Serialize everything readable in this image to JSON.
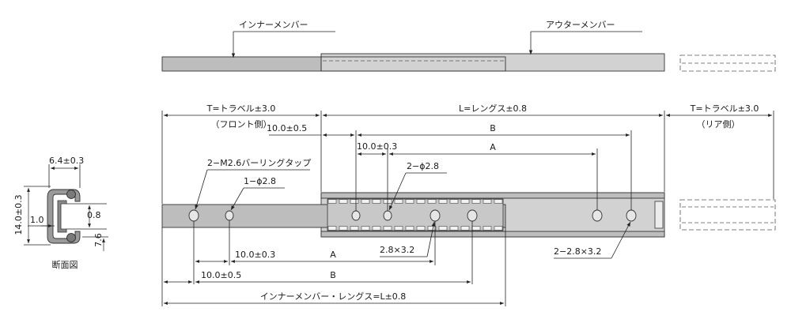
{
  "labels": {
    "inner_member": "インナーメンバー",
    "outer_member": "アウターメンバー",
    "travel_front": "T=トラベル±3.0",
    "front_side": "（フロント側）",
    "length": "L=レングス±0.8",
    "travel_rear": "T=トラベル±3.0",
    "rear_side": "（リア側）",
    "outer_10": "10.0±0.5",
    "outer_B": "B",
    "outer_10_3": "10.0±0.3",
    "outer_A": "A",
    "outer_hole": "2−ϕ2.8",
    "tap": "2−M2.6バーリングタップ",
    "inner_hole": "1−ϕ2.8",
    "inner_10_3": "10.0±0.3",
    "inner_A": "A",
    "slot_1": "2.8×3.2",
    "slot_2": "2−2.8×3.2",
    "inner_10_5": "10.0±0.5",
    "inner_B": "B",
    "inner_length": "インナーメンバー・レングス=L±0.8",
    "sec_width": "6.4±0.3",
    "sec_height": "14.0±0.3",
    "sec_1_0": "1.0",
    "sec_0_8": "0.8",
    "sec_7_6": "7.6",
    "section": "断面図"
  },
  "colors": {
    "line": "#222222",
    "body_fill": "#bdbdbd",
    "body_light": "#d2d2d2",
    "hole_fill": "#e6e6e6"
  }
}
